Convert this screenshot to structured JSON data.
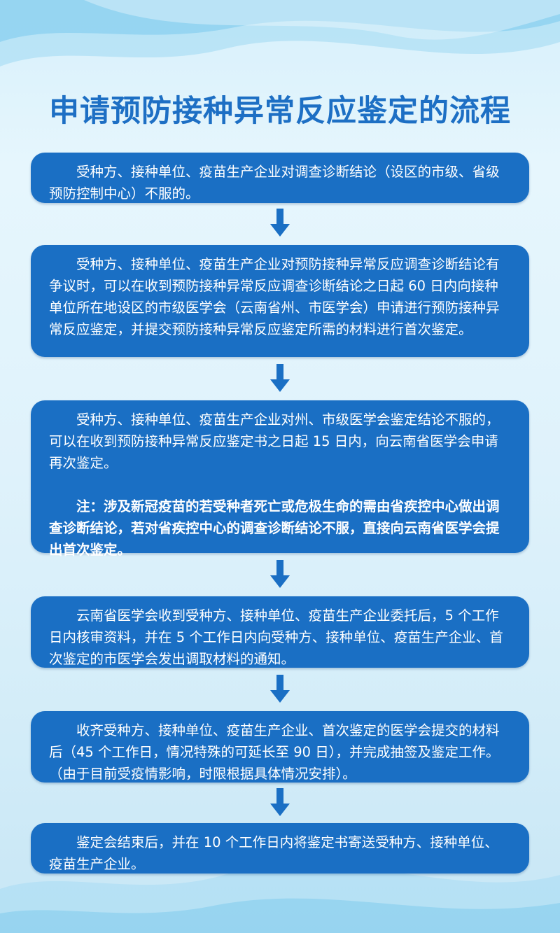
{
  "title": "申请预防接种异常反应鉴定的流程",
  "steps": [
    {
      "text": "受种方、接种单位、疫苗生产企业对调查诊断结论（设区的市级、省级预防控制中心）不服的。"
    },
    {
      "text": "受种方、接种单位、疫苗生产企业对预防接种异常反应调查诊断结论有争议时，可以在收到预防接种异常反应调查诊断结论之日起 60 日内向接种单位所在地设区的市级医学会（云南省州、市医学会）申请进行预防接种异常反应鉴定，并提交预防接种异常反应鉴定所需的材料进行首次鉴定。"
    },
    {
      "text": "受种方、接种单位、疫苗生产企业对州、市级医学会鉴定结论不服的，可以在收到预防接种异常反应鉴定书之日起 15 日内，向云南省医学会申请再次鉴定。",
      "note": "注：涉及新冠疫苗的若受种者死亡或危极生命的需由省疾控中心做出调查诊断结论，若对省疾控中心的调查诊断结论不服，直接向云南省医学会提出首次鉴定。"
    },
    {
      "text": "云南省医学会收到受种方、接种单位、疫苗生产企业委托后，5 个工作日内核审资料，并在 5 个工作日内向受种方、接种单位、疫苗生产企业、首次鉴定的市医学会发出调取材料的通知。"
    },
    {
      "text": "收齐受种方、接种单位、疫苗生产企业、首次鉴定的医学会提交的材料后（45 个工作日，情况特殊的可延长至 90 日），并完成抽签及鉴定工作。（由于目前受疫情影响，时限根据具体情况安排）。"
    },
    {
      "text": "鉴定会结束后，并在 10 个工作日内将鉴定书寄送受种方、接种单位、疫苗生产企业。"
    }
  ],
  "colors": {
    "box": "#1a6fc4",
    "title": "#1d6fc4",
    "arrow": "#1a6fc4"
  }
}
